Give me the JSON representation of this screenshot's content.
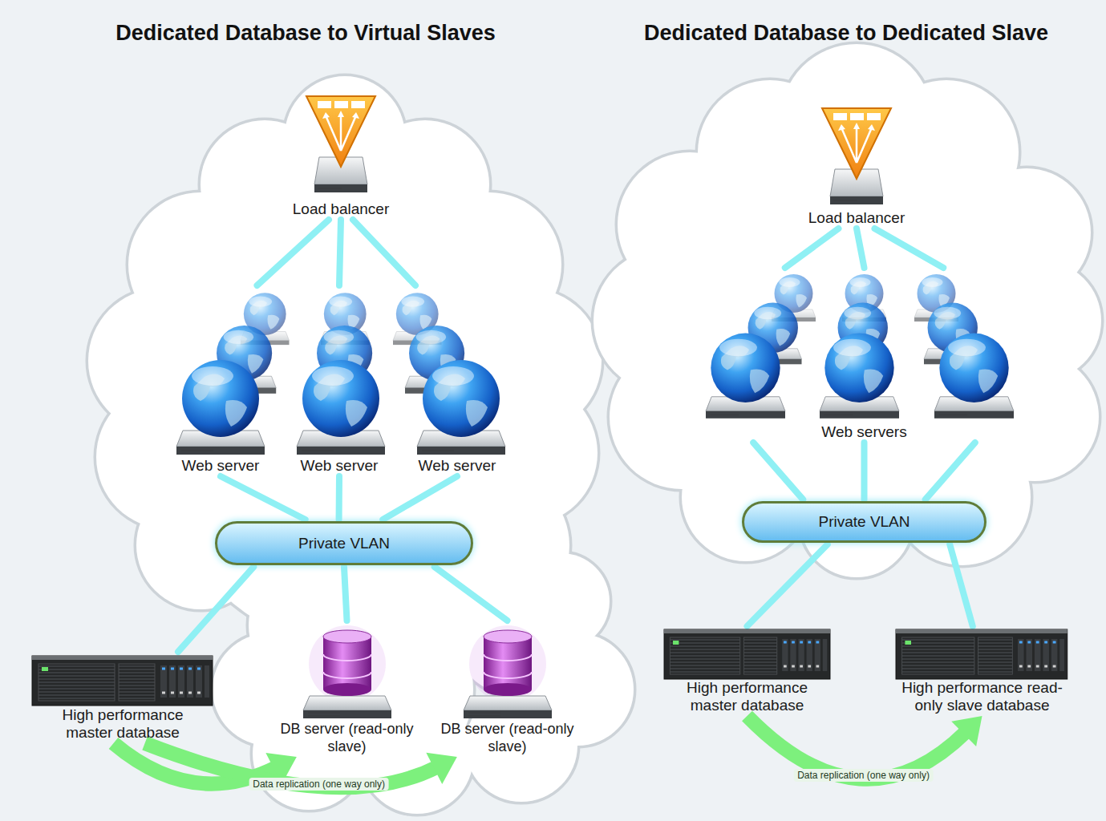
{
  "diagram": {
    "nodes": [
      {
        "text": [
          "Load balancer"
        ]
      },
      {
        "text": [
          "Web server"
        ]
      },
      {
        "text": [
          "Web server"
        ]
      },
      {
        "text": [
          "Web server"
        ]
      },
      {
        "text": [
          "Private VLAN"
        ]
      },
      {
        "text": [
          "High performance master database"
        ]
      },
      {
        "text": [
          "DB server (read-only slave)"
        ]
      },
      {
        "text": [
          "DB server (read-only slave)"
        ]
      },
      {
        "text": [
          "Load balancer"
        ]
      },
      {
        "text": [
          "Web servers"
        ]
      },
      {
        "text": [
          "Private VLAN"
        ]
      },
      {
        "text": [
          "High performance master database"
        ]
      },
      {
        "text": [
          "High performance read-only slave database"
        ]
      }
    ],
    "edges": [
      {
        "from": 0,
        "to": 1,
        "arrow": "none"
      },
      {
        "from": 0,
        "to": 2,
        "arrow": "none"
      },
      {
        "from": 0,
        "to": 3,
        "arrow": "none"
      },
      {
        "from": 1,
        "to": 4,
        "arrow": "none"
      },
      {
        "from": 2,
        "to": 4,
        "arrow": "none"
      },
      {
        "from": 3,
        "to": 4,
        "arrow": "none"
      },
      {
        "from": 4,
        "to": 5,
        "arrow": "none"
      },
      {
        "from": 4,
        "to": 6,
        "arrow": "none"
      },
      {
        "from": 4,
        "to": 7,
        "arrow": "none"
      },
      {
        "from": 5,
        "to": 6,
        "arrow": "to"
      },
      {
        "from": 5,
        "to": 7,
        "arrow": "to",
        "label": "Data replication (one way only)"
      },
      {
        "from": 8,
        "to": 9,
        "arrow": "none"
      },
      {
        "from": 8,
        "to": 9,
        "arrow": "none"
      },
      {
        "from": 8,
        "to": 9,
        "arrow": "none"
      },
      {
        "from": 9,
        "to": 10,
        "arrow": "none"
      },
      {
        "from": 9,
        "to": 10,
        "arrow": "none"
      },
      {
        "from": 9,
        "to": 10,
        "arrow": "none"
      },
      {
        "from": 10,
        "to": 11,
        "arrow": "none"
      },
      {
        "from": 10,
        "to": 12,
        "arrow": "none"
      },
      {
        "from": 11,
        "to": 12,
        "arrow": "to",
        "label": "Data replication (one way only)"
      }
    ],
    "labels": [
      "Dedicated Database to Virtual Slaves",
      "Dedicated Database to Dedicated Slave"
    ]
  }
}
